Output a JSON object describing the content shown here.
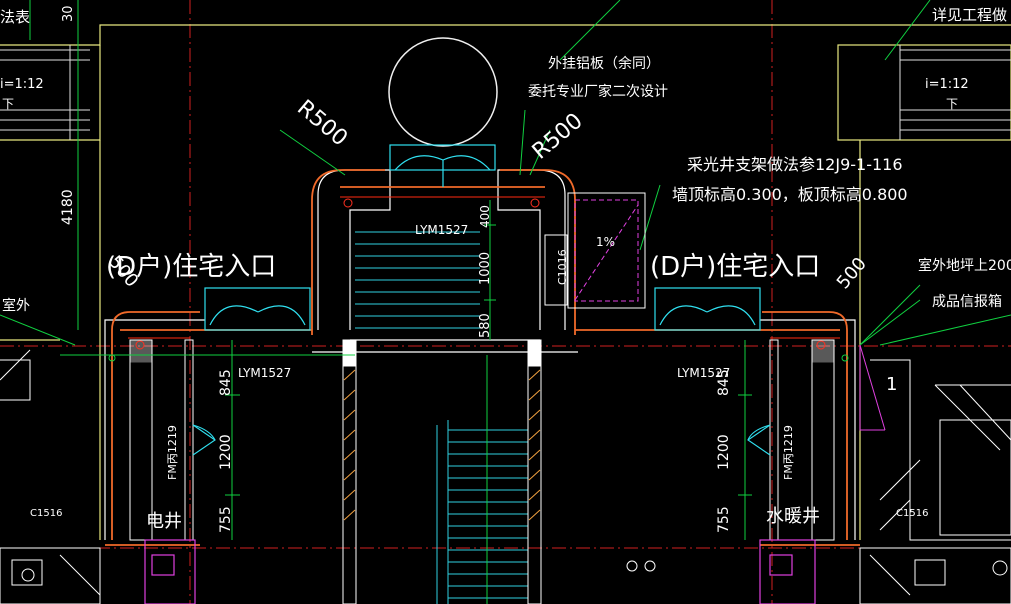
{
  "labels": {
    "top_left_method": "法表",
    "top_dim_30": "30",
    "top_right_detail": "详见工程做",
    "slope_left": "i=1:12",
    "slope_left_sub": "下",
    "slope_right": "i=1:12",
    "slope_right_sub": "下",
    "aluminum_panel": "外挂铝板（余同）",
    "second_design": "委托专业厂家二次设计",
    "radius_left": "R500",
    "radius_right": "R500",
    "skylight_note": "采光井支架做法参12J9-1-116",
    "skylight_heights": "墙顶标高0.300，板顶标高0.800",
    "dim_4180": "4180",
    "entrance_left": "(D户)住宅入口",
    "entrance_right": "(D户)住宅入口",
    "lym_top": "LYM1527",
    "dim_400": "400",
    "dim_1000": "1000",
    "dim_580": "580",
    "c1016": "C1016",
    "slope_pct": "1%",
    "outdoor_left": "室外",
    "outdoor_floor": "室外地坪上200",
    "mailbox": "成品信报箱",
    "lym_left": "LYM1527",
    "lym_right": "LYM1527",
    "dim_845_left": "845",
    "dim_845_right": "845",
    "dim_1200_left": "1200",
    "dim_1200_right": "1200",
    "dim_755_left": "755",
    "dim_755_right": "755",
    "fm_left": "FM丙1219",
    "fm_right": "FM丙1219",
    "c1516_left": "C1516",
    "c1516_right": "C1516",
    "elec_shaft": "电井",
    "plumb_shaft": "水暖井",
    "number_1": "1",
    "r500_small": "500",
    "r500_small_right": "500"
  },
  "colors": {
    "background": "#000000",
    "wall": "#ffffff",
    "red_line": "#ff3b1f",
    "orange": "#f07030",
    "cyan": "#30e0f0",
    "green": "#10e040",
    "yellow": "#f0f080",
    "magenta": "#e040e0",
    "text": "#ffffff"
  }
}
